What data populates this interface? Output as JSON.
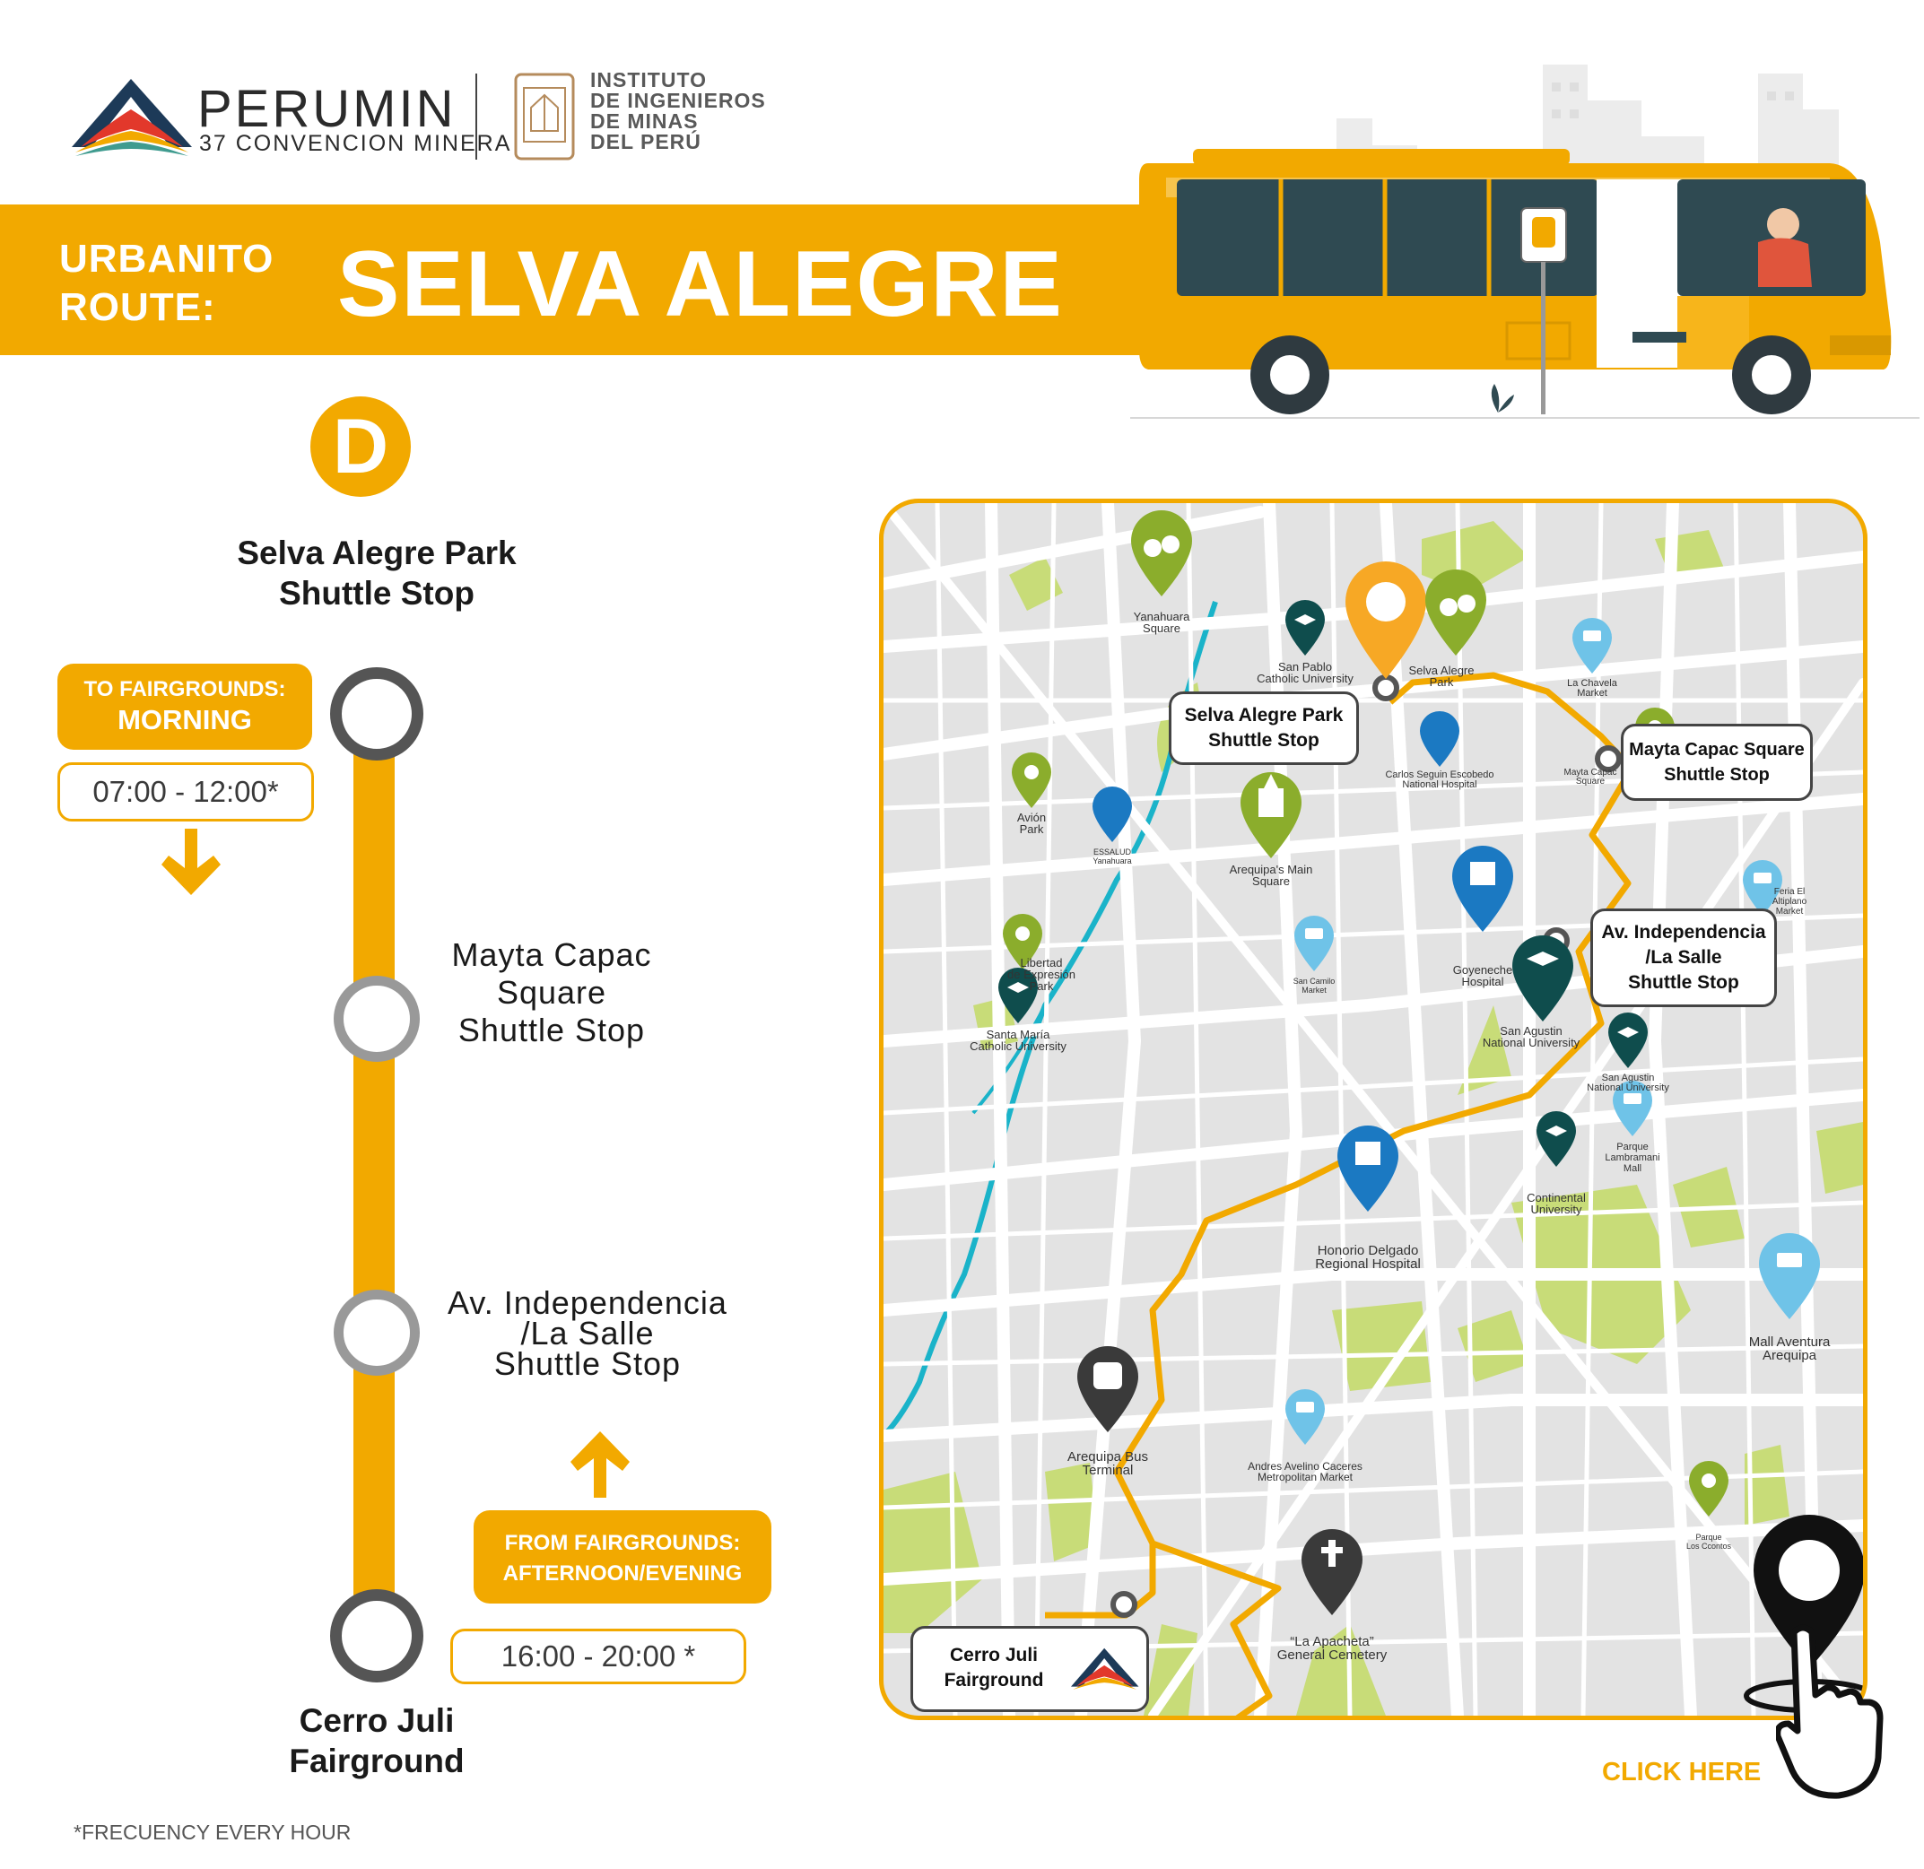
{
  "header": {
    "brand": "PERUMIN",
    "brand_sub": "37 CONVENCION MINERA",
    "institute_lines": [
      "INSTITUTO",
      "DE INGENIEROS",
      "DE MINAS",
      "DEL PERÚ"
    ]
  },
  "banner": {
    "route_label_line1": "URBANITO",
    "route_label_line2": "ROUTE:",
    "route_name": "SELVA ALEGRE"
  },
  "route_letter": "D",
  "timeline": {
    "start_stop_line1": "Selva Alegre Park",
    "start_stop_line2": "Shuttle Stop",
    "morning_pill_line1": "TO  FAIRGROUNDS:",
    "morning_pill_line2": "MORNING",
    "morning_time": "07:00 - 12:00*",
    "stop2_line1": "Mayta Capac",
    "stop2_line2": "Square",
    "stop2_line3": "Shuttle Stop",
    "stop3_line1": "Av. Independencia",
    "stop3_line2": "/La Salle",
    "stop3_line3": "Shuttle Stop",
    "evening_pill_line1": "FROM FAIRGROUNDS:",
    "evening_pill_line2": "AFTERNOON/EVENING",
    "evening_time": "16:00 - 20:00 *",
    "end_stop_line1": "Cerro Juli",
    "end_stop_line2": "Fairground"
  },
  "map": {
    "stop_cards": {
      "selva_l1": "Selva Alegre Park",
      "selva_l2": "Shuttle Stop",
      "mayta_l1": "Mayta Capac Square",
      "mayta_l2": "Shuttle Stop",
      "indep_l1": "Av. Independencia",
      "indep_l2": "/La Salle",
      "indep_l3": "Shuttle Stop",
      "cerro_l1": "Cerro Juli",
      "cerro_l2": "Fairground"
    },
    "pois": {
      "yanahuara_l1": "Yanahuara",
      "yanahuara_l2": "Square",
      "sanpablo_l1": "San Pablo",
      "sanpablo_l2": "Catholic University",
      "selvapark_l1": "Selva Alegre",
      "selvapark_l2": "Park",
      "chavela_l1": "La Chavela",
      "chavela_l2": "Market",
      "carlos_l1": "Carlos Seguin Escobedo",
      "carlos_l2": "National Hospital",
      "maytasq_l1": "Mayta Capac",
      "maytasq_l2": "Square",
      "avion_l1": "Avión",
      "avion_l2": "Park",
      "essalud_l1": "ESSALUD",
      "essalud_l2": "Yanahuara",
      "mainsq_l1": "Arequipa's Main",
      "mainsq_l2": "Square",
      "feria_l1": "Feria El",
      "feria_l2": "Altiplano",
      "feria_l3": "Market",
      "libertad_l1": "Libertad",
      "libertad_l2": "de Expresión",
      "libertad_l3": "Park",
      "goyeneche_l1": "Goyeneche",
      "goyeneche_l2": "Hospital",
      "camilo_l1": "San Camilo",
      "camilo_l2": "Market",
      "santamaria_l1": "Santa María",
      "santamaria_l2": "Catholic University",
      "sanagustin_l1": "San Agustin",
      "sanagustin_l2": "National University",
      "sanagustin2_l1": "San Agustin",
      "sanagustin2_l2": "National University",
      "lambramani_l1": "Parque",
      "lambramani_l2": "Lambramani",
      "lambramani_l3": "Mall",
      "continental_l1": "Continental",
      "continental_l2": "University",
      "honorio_l1": "Honorio Delgado",
      "honorio_l2": "Regional Hospital",
      "aventura_l1": "Mall Aventura",
      "aventura_l2": "Arequipa",
      "terminal_l1": "Arequipa Bus",
      "terminal_l2": "Terminal",
      "avelino_l1": "Andres Avelino Caceres",
      "avelino_l2": "Metropolitan Market",
      "ccontos_l1": "Parque",
      "ccontos_l2": "Los Ccontos",
      "apacheta_l1": "“La Apacheta”",
      "apacheta_l2": "General Cemetery"
    },
    "click_label": "CLICK HERE"
  },
  "footnote": "*FRECUENCY EVERY HOUR",
  "colors": {
    "brand_yellow": "#f2a900",
    "map_bg": "#e3e3e3",
    "green_area": "#c8dc78",
    "river": "#1ab3c9",
    "poi_green": "#8bad2c",
    "poi_teal": "#0f4d4d",
    "poi_blue": "#1b79c2",
    "poi_light_blue": "#6fc3e8"
  },
  "icons": [
    "bus-icon",
    "bus-stop-sign-icon",
    "park-tree-icon",
    "graduation-cap-icon",
    "shopping-cart-icon",
    "hospital-icon",
    "cathedral-icon",
    "cemetery-cross-icon",
    "bus-terminal-icon",
    "location-pin-icon",
    "pointing-hand-icon",
    "peruvian-seal-icon"
  ]
}
